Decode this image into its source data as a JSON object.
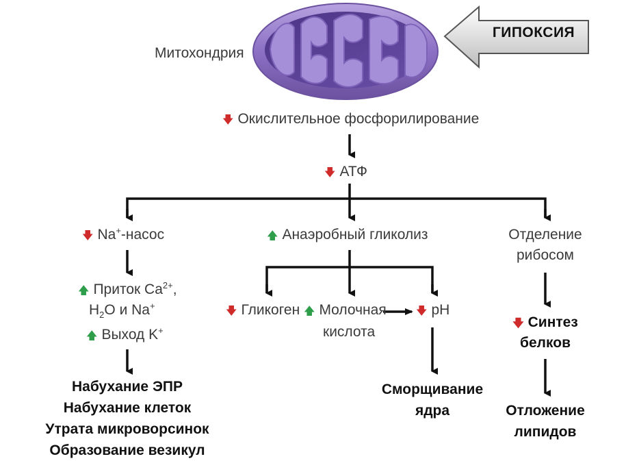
{
  "mito_label": "Митохондрия",
  "hypoxia": "ГИПОКСИЯ",
  "ox_phos": "Окислительное фосфорилирование",
  "atp": "АТФ",
  "na_pump": {
    "na": "Na",
    "na_sup": "+",
    "suffix": "-насос"
  },
  "ca_influx": {
    "prefix": "Приток Ca",
    "sup": "2+",
    "comma": ","
  },
  "h2o_na": {
    "h": "H",
    "sub": "2",
    "o_i_na": "O и Na",
    "sup": "+"
  },
  "k_out": {
    "prefix": "Выход K",
    "sup": "+"
  },
  "left_effects": [
    "Набухание ЭПР",
    "Набухание клеток",
    "Утрата микроворсинок",
    "Образование везикул"
  ],
  "glycolysis": "Анаэробный гликолиз",
  "glycogen": "Гликоген",
  "lactic": [
    "Молочная",
    "кислота"
  ],
  "ph": "pH",
  "shrink": [
    "Сморщивание",
    "ядра"
  ],
  "ribosome": [
    "Отделение",
    "рибосом"
  ],
  "protein": [
    "Синтез",
    "белков"
  ],
  "lipid": [
    "Отложение",
    "липидов"
  ],
  "colors": {
    "mito": "#8a6fc1",
    "arrow_up": "#2e9e4a",
    "arrow_down": "#d02b2b"
  }
}
